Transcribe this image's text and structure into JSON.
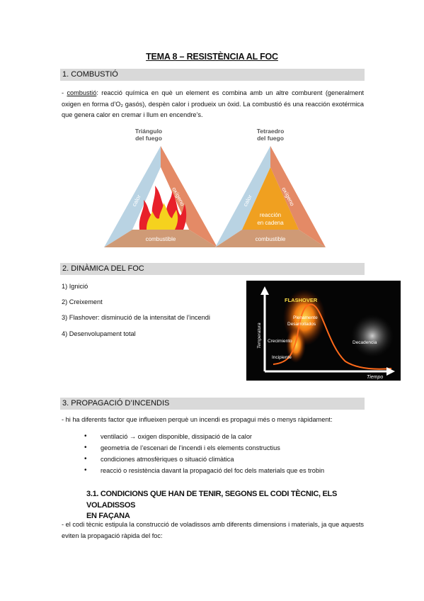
{
  "title": "TEMA 8 – RESISTÈNCIA AL FOC",
  "section1": {
    "heading": "1. COMBUSTIÓ",
    "term": "combustió",
    "definition_prefix": "- ",
    "definition_rest": ": reacció química en què un element es combina amb un altre comburent (generalment oxigen en forma d’O₂ gasós), despèn calor i produeix un òxid. La combustió és una reacción exotérmica que genera calor en cremar i llum en encendre’s.",
    "triangle": {
      "title_line1": "Triángulo",
      "title_line2": "del fuego",
      "left": "calor",
      "right": "oxígeno",
      "bottom": "combustible"
    },
    "tetrahedron": {
      "title_line1": "Tetraedro",
      "title_line2": "del fuego",
      "left": "calor",
      "right": "oxígeno",
      "center_line1": "reacción",
      "center_line2": "en cadena",
      "bottom": "combustible"
    }
  },
  "section2": {
    "heading": "2. DINÀMICA DEL FOC",
    "items": [
      "1) Ignició",
      "2) Creixement",
      "3) Flashover: disminució de la intensitat de l’incendi",
      "4) Desenvolupament total"
    ],
    "chart_photo": {
      "flashover": "FLASHOVER",
      "developed_line1": "Plenamente",
      "developed_line2": "Desarrollados",
      "temperature": "Temperatura",
      "growth": "Crecimiento",
      "decay": "Decadencia",
      "incipient": "Incipiente",
      "time": "Tiempo"
    }
  },
  "section3": {
    "heading": "3. PROPAGACIÓ D’INCENDIS",
    "intro": "- hi ha diferents factor que influeixen perquè un incendi es propagui més o menys ràpidament:",
    "bullets": [
      "ventilació → oxigen disponible, dissipació de la calor",
      "geometria de l’escenari de l’incendi i els elements constructius",
      "condiciones atmosfèriques o situació climàtica",
      "reacció o resistència davant la propagació del foc dels materials que es trobin"
    ],
    "sub_heading_line1": "3.1. CONDICIONS QUE HAN DE TENIR, SEGONS EL CODI TÈCNIC, ELS VOLADISSOS",
    "sub_heading_line2": "EN FAÇANA",
    "sub_text": "- el codi tècnic estipula la construcció de voladissos amb diferents dimensions i materials, ja que aquests eviten la propagació ràpida del foc:"
  },
  "colors": {
    "section_bar": "#d9d9d9",
    "calor_side": "#b9d3e3",
    "oxigeno_side": "#e48a66",
    "combustible_base": "#cf9a76",
    "chain_reaction": "#f0a020"
  }
}
